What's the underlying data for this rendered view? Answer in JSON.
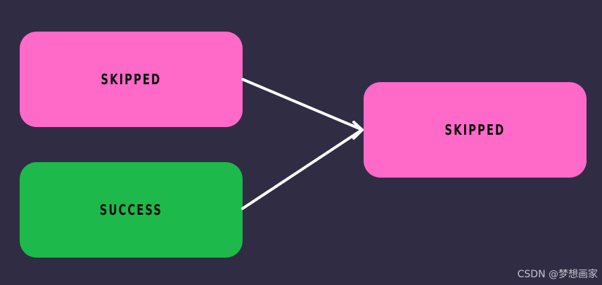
{
  "colors": {
    "background": "#302c44",
    "skipped": "#ff69c8",
    "success": "#1eb94b",
    "arrow": "#ffffff"
  },
  "nodes": {
    "source_top": {
      "label": "SKIPPED"
    },
    "source_bottom": {
      "label": "SUCCESS"
    },
    "target": {
      "label": "SKIPPED"
    }
  },
  "edges": [
    {
      "from": "source_top",
      "to": "target"
    },
    {
      "from": "source_bottom",
      "to": "target"
    }
  ],
  "watermark": "CSDN @梦想画家"
}
